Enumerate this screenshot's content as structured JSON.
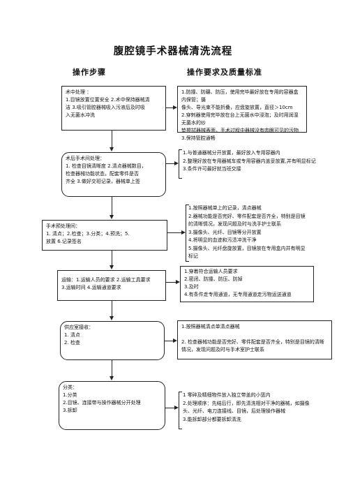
{
  "title": "腹腔镜手术器械清洗流程",
  "headers": {
    "steps": "操作步骤",
    "requirements": "操作要求及质量标准"
  },
  "steps": [
    {
      "text": "术中处理 ：\n1.目镜放置位置安全  2.术中保持器械清\n洁    3.吸引管腔器械吸入污液后及时吸\n入无菌水冲洗"
    },
    {
      "text": "术后手术间处理：\n1.    检查目镜清晰度 2.清点器械数目，\n      检查器械功能状态，配套零件是否\n      齐全  3.做好交班记录，器械单上签"
    },
    {
      "text": "手术预处理间：\n1.    清点；2.检查；3.分类；4.预洗；5.\n      放置 6.记录签名"
    },
    {
      "text": "运输：1.运输人员的要求 2.运输工具要求\n          3.运输时间 4.运输通道要求"
    },
    {
      "text": "供应室接收：\n1.     清点\n2.     检查"
    },
    {
      "text": "分类：\n1.分类\n2.目镜、连接带与操作器械分开处理\n3.拆卸"
    }
  ],
  "requirements": [
    {
      "text": "1.防撞、防碾、防压，使用完毕最好放在专用的容器盒内保管；摄\n像头、导光束不能折叠，应盘旋放置，直径＞10cm\n2.穿刺器使用完毕放在台上无菌水中浸泡；及时用润湿无菌水的纱\n垫擦拭器械表面，手术过程中器械没有肉眼可见的污物\n3.保持管腔通畅"
    },
    {
      "text": "1.与普通器械分开放置，最好放入专用容器内\n2.整理好放在专用器械车或专用容器内盖妥放置,并有明显标记\n3.条件许可最好就当班交接"
    },
    {
      "text": "1.按照器械单上的记录，清点器械\n2.器械功能是否完好、零件配套是否齐全，特别是目镜\n的清晰情况，发现问题及时与洗手护士联系\n3.摄像头、光纤、目镜等分开放置\n4.将明显的血迹和污渍冲洗干净\n5.摄像头、光纤盘旋放置，目镜放在专用盒内并有明显\n标记"
    },
    {
      "text": "1.穿着符合运输人员要求\n2.密闭、防撞、防压、防掉\n3.及时\n4.有条件走专用通道，无专用通道走污物运送通道"
    },
    {
      "text": "1.按照器械清点单清点器械\n\n2.  检查器械功能是否完好、零件配套是否齐全，特别是目镜的清晰\n情况，发现问题及时与手术室护士联系"
    },
    {
      "text": "1  零碎及精细物件放入独立带盖的小篮内\n2.处理顺序：先结后行，即先清洗相对干净的器械，如摄像\n头、光纤、电刀连接线、目镜，后处理操作器械\n3.能拆卸部分都要拆卸清洗"
    }
  ]
}
